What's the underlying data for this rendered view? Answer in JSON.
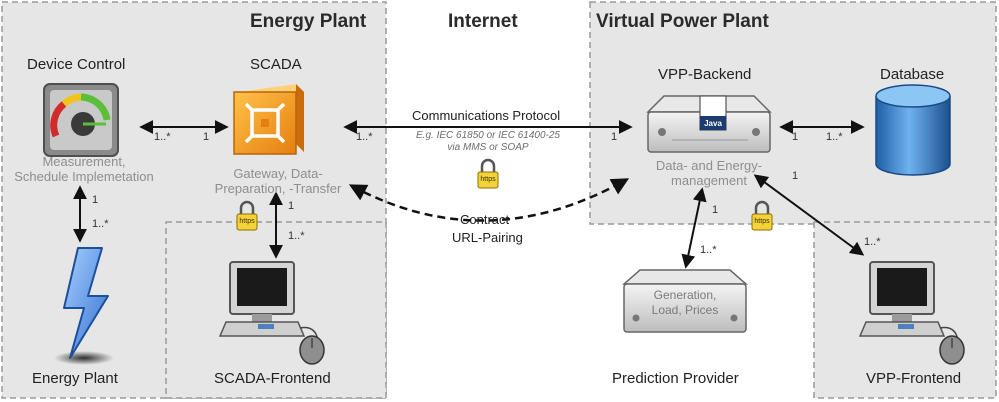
{
  "zones": {
    "energy_plant": "Energy Plant",
    "internet": "Internet",
    "virtual_power_plant": "Virtual Power Plant"
  },
  "nodes": {
    "device_control": {
      "title": "Device Control",
      "sub1": "Measurement,",
      "sub2": "Schedule Implemetation"
    },
    "scada": {
      "title": "SCADA",
      "sub1": "Gateway, Data-",
      "sub2": "Preparation, -Transfer"
    },
    "energy_plant": {
      "title": "Energy Plant"
    },
    "scada_frontend": {
      "title": "SCADA-Frontend"
    },
    "vpp_backend": {
      "title": "VPP-Backend",
      "sub1": "Data- and Energy-",
      "sub2": "management",
      "server_tag": "Java"
    },
    "database": {
      "title": "Database"
    },
    "prediction_provider": {
      "title": "Prediction Provider",
      "sub1": "Generation,",
      "sub2": "Load, Prices"
    },
    "vpp_frontend": {
      "title": "VPP-Frontend"
    }
  },
  "connections": {
    "protocol_title": "Communications Protocol",
    "protocol_sub1": "E.g. IEC 61850 or IEC 61400-25",
    "protocol_sub2": "via MMS or SOAP",
    "contract1": "Contract",
    "contract2": "URL-Pairing"
  },
  "lock_label": "https",
  "multiplicities": {
    "dc_scada_left": "1..*",
    "dc_scada_right": "1",
    "scada_vpp_left": "1..*",
    "scada_vpp_right": "1",
    "vpp_db_left": "1",
    "vpp_db_right": "1..*",
    "dc_ep_top": "1",
    "dc_ep_bottom": "1..*",
    "scada_fe_top": "1",
    "scada_fe_bottom": "1..*",
    "vpp_pred_top": "1",
    "vpp_pred_bottom": "1..*",
    "vpp_fe_top": "1",
    "vpp_fe_bottom": "1..*"
  },
  "colors": {
    "zone_fill": "#e6e6e6",
    "zone_border": "#9a9a9a",
    "scada_orange": "#f39a1f",
    "database_blue": "#3f86c9",
    "lightning_blue": "#4a8ee0"
  }
}
